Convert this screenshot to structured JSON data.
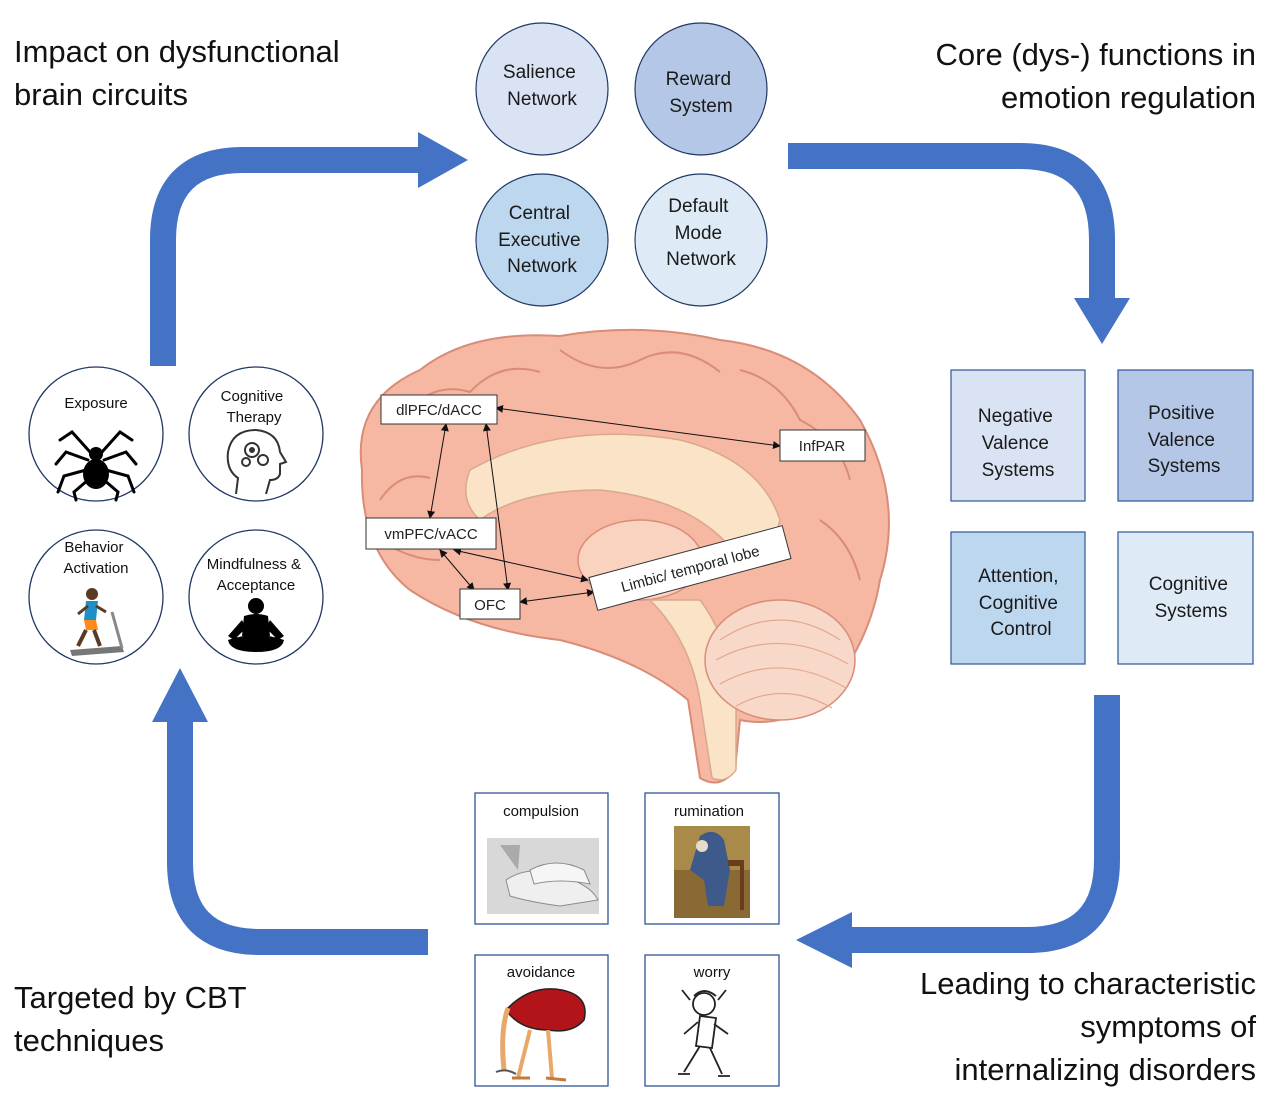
{
  "headings": {
    "top_left": [
      "Impact on dysfunctional",
      "brain circuits"
    ],
    "top_right": [
      "Core (dys-) functions in",
      "emotion regulation"
    ],
    "bottom_left": [
      "Targeted by CBT",
      "techniques"
    ],
    "bottom_right": [
      "Leading to characteristic",
      "symptoms of",
      "internalizing disorders"
    ]
  },
  "networks": [
    {
      "lines": [
        "Salience",
        "Network"
      ],
      "color": "#dae3f3"
    },
    {
      "lines": [
        "Reward",
        "System"
      ],
      "color": "#b4c7e7"
    },
    {
      "lines": [
        "Central",
        "Executive",
        "Network"
      ],
      "color": "#bdd7ee"
    },
    {
      "lines": [
        "Default",
        "Mode",
        "Network"
      ],
      "color": "#deebf7"
    }
  ],
  "rdoc_domains": [
    {
      "lines": [
        "Negative",
        "Valence",
        "Systems"
      ],
      "color": "#dae3f3"
    },
    {
      "lines": [
        "Positive",
        "Valence",
        "Systems"
      ],
      "color": "#b4c7e7"
    },
    {
      "lines": [
        "Attention,",
        "Cognitive",
        "Control"
      ],
      "color": "#bdd7ee"
    },
    {
      "lines": [
        "Cognitive",
        "Systems"
      ],
      "color": "#deebf7"
    }
  ],
  "techniques": [
    {
      "lines": [
        "Exposure"
      ],
      "icon": "spider-icon"
    },
    {
      "lines": [
        "Cognitive",
        "Therapy"
      ],
      "icon": "head-gears-icon"
    },
    {
      "lines": [
        "Behavior",
        "Activation"
      ],
      "icon": "treadmill-runner-icon"
    },
    {
      "lines": [
        "Mindfulness &",
        "Acceptance"
      ],
      "icon": "meditation-icon"
    }
  ],
  "brain_regions": {
    "dlpfc": "dlPFC/dACC",
    "infpar": "InfPAR",
    "vmpfc": "vmPFC/vACC",
    "ofc": "OFC",
    "limbic": "Limbic/ temporal lobe"
  },
  "symptoms": [
    {
      "label": "compulsion",
      "icon": "hand-washing-image"
    },
    {
      "label": "rumination",
      "icon": "sorrowing-old-man-image"
    },
    {
      "label": "avoidance",
      "icon": "ostrich-icon"
    },
    {
      "label": "worry",
      "icon": "worried-man-icon"
    }
  ],
  "colors": {
    "arrow": "#4472c4",
    "circle_border": "#1f3864",
    "box_border": "#2f5597"
  }
}
